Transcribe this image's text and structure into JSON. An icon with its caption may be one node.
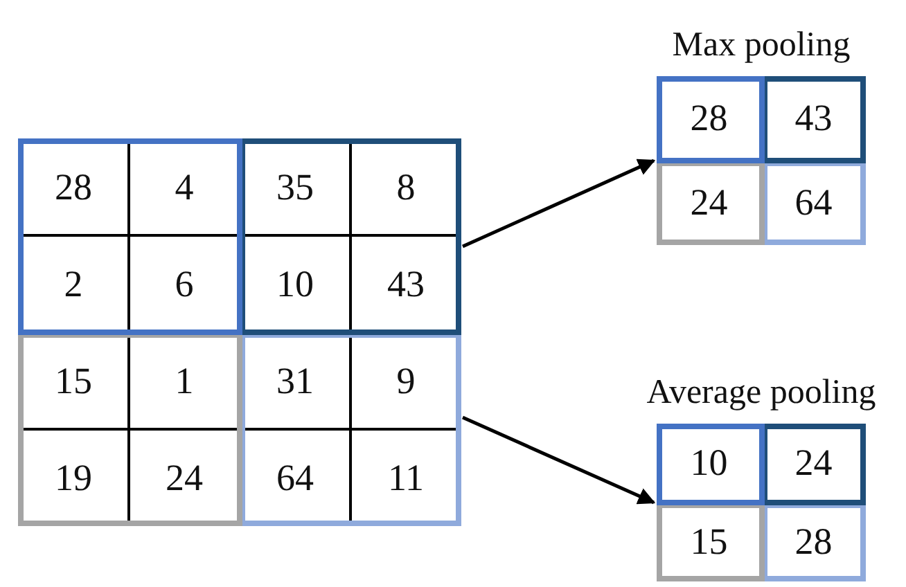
{
  "diagram": {
    "nodes": [
      {
        "text": [
          "28",
          "4",
          "35",
          "8",
          "2",
          "6",
          "10",
          "43",
          "15",
          "1",
          "31",
          "9",
          "19",
          "24",
          "64",
          "11"
        ]
      },
      {
        "text": [
          "Max pooling",
          "28",
          "43",
          "24",
          "64"
        ]
      },
      {
        "text": [
          "Average pooling",
          "10",
          "24",
          "15",
          "28"
        ]
      }
    ],
    "edges": [
      {
        "from": 0,
        "to": 1,
        "arrow": "to"
      },
      {
        "from": 0,
        "to": 2,
        "arrow": "to"
      }
    ]
  }
}
